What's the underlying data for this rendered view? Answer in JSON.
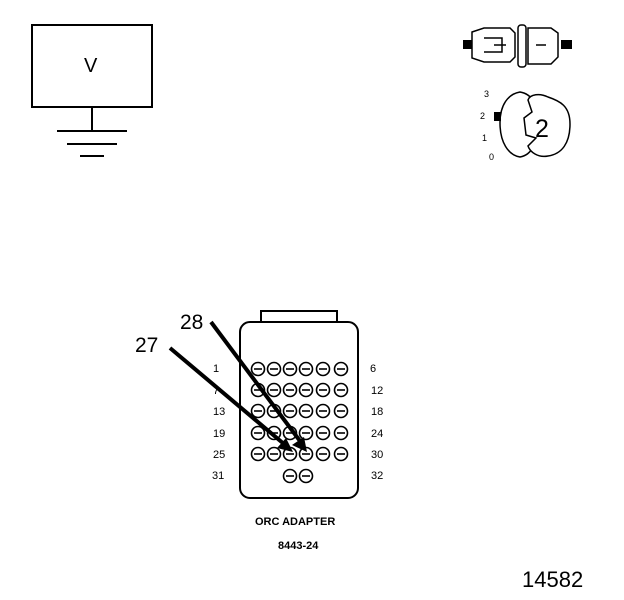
{
  "meter": {
    "label": "V"
  },
  "switch": {
    "positions": [
      "3",
      "2",
      "1",
      "0"
    ],
    "selected": "2"
  },
  "adapter": {
    "row_start_pins": [
      "1",
      "7",
      "13",
      "19",
      "25",
      "31"
    ],
    "row_end_pins": [
      "6",
      "12",
      "18",
      "24",
      "30",
      "32"
    ],
    "name": "ORC ADAPTER",
    "part_number": "8443-24",
    "probes": [
      "27",
      "28"
    ]
  },
  "figure_number": "14582"
}
